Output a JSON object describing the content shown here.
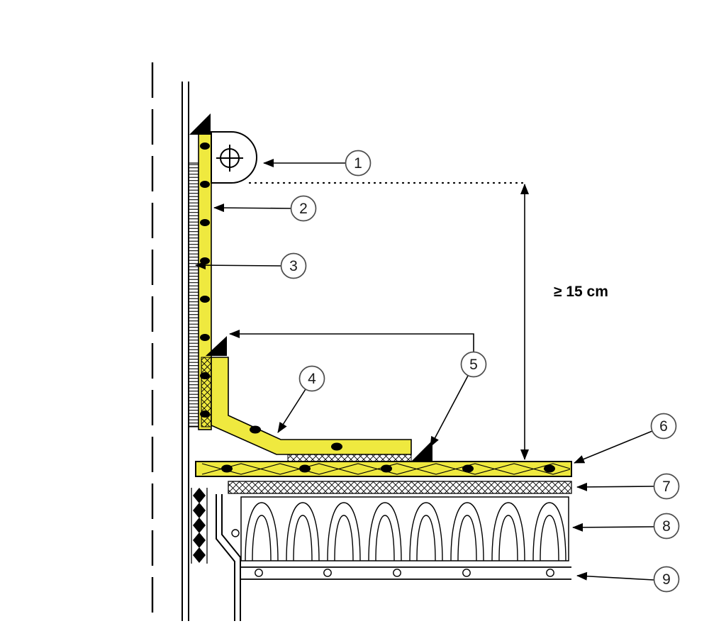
{
  "colors": {
    "membrane_yellow": "#EFE93F",
    "ink": "#000000",
    "callout_stroke": "#4D4D4D",
    "background": "#FFFFFF"
  },
  "dimension": {
    "label": "≥ 15 cm"
  },
  "callouts": [
    {
      "label": "1"
    },
    {
      "label": "2"
    },
    {
      "label": "3"
    },
    {
      "label": "4"
    },
    {
      "label": "5"
    },
    {
      "label": "6"
    },
    {
      "label": "7"
    },
    {
      "label": "8"
    },
    {
      "label": "9"
    }
  ]
}
